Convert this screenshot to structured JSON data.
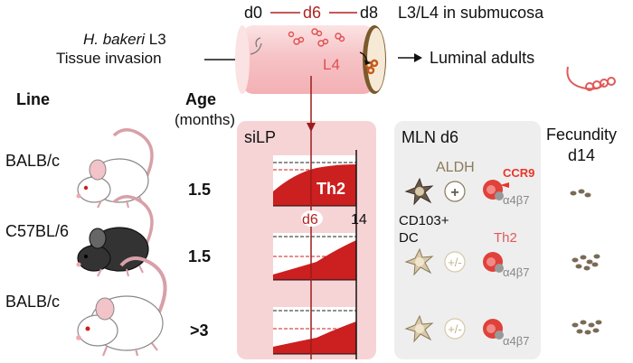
{
  "timeline": {
    "d0": "d0",
    "d6": "d6",
    "d8": "d8",
    "location": "L3/L4 in submucosa"
  },
  "invasion": {
    "species": "H. bakeri",
    "stage": " L3",
    "label": "Tissue invasion"
  },
  "larva_label": "L4",
  "luminal_label": "Luminal adults",
  "headers": {
    "line": "Line",
    "age": "Age",
    "age_unit": "(months)",
    "silp": "siLP",
    "mln": "MLN d6",
    "fecundity": "Fecundity",
    "fecundity_day": "d14"
  },
  "rows": [
    {
      "line": "BALB/c",
      "age": "1.5",
      "dc_marker": "+",
      "eggs": 3
    },
    {
      "line": "C57BL/6",
      "age": "1.5",
      "dc_marker": "+/-",
      "eggs": 7
    },
    {
      "line": "BALB/c",
      "age": ">3",
      "dc_marker": "+/-",
      "eggs": 7
    }
  ],
  "silp_panel": {
    "th2_label": "Th2",
    "d6_tick": "d6",
    "d14_tick": "14"
  },
  "mln_panel": {
    "aldh": "ALDH",
    "ccr9": "CCR9",
    "integrin": "α4β7",
    "dc_label_1": "CD103+",
    "dc_label_2": "DC",
    "th2": "Th2"
  },
  "colors": {
    "dark_red": "#b22222",
    "th2_red": "#cc1f1f",
    "panel_pink": "#f6d4d6",
    "panel_gray": "#eeeeee",
    "tube_pink": "#f7c6c8",
    "aldh_brown": "#8a7a5a",
    "ccr9_red": "#e8352a"
  },
  "icons": [
    "mouse-white-icon",
    "mouse-black-icon",
    "mouse-old-white-icon",
    "worm-icon",
    "dendritic-cell-icon",
    "t-cell-icon",
    "egg-icon"
  ]
}
